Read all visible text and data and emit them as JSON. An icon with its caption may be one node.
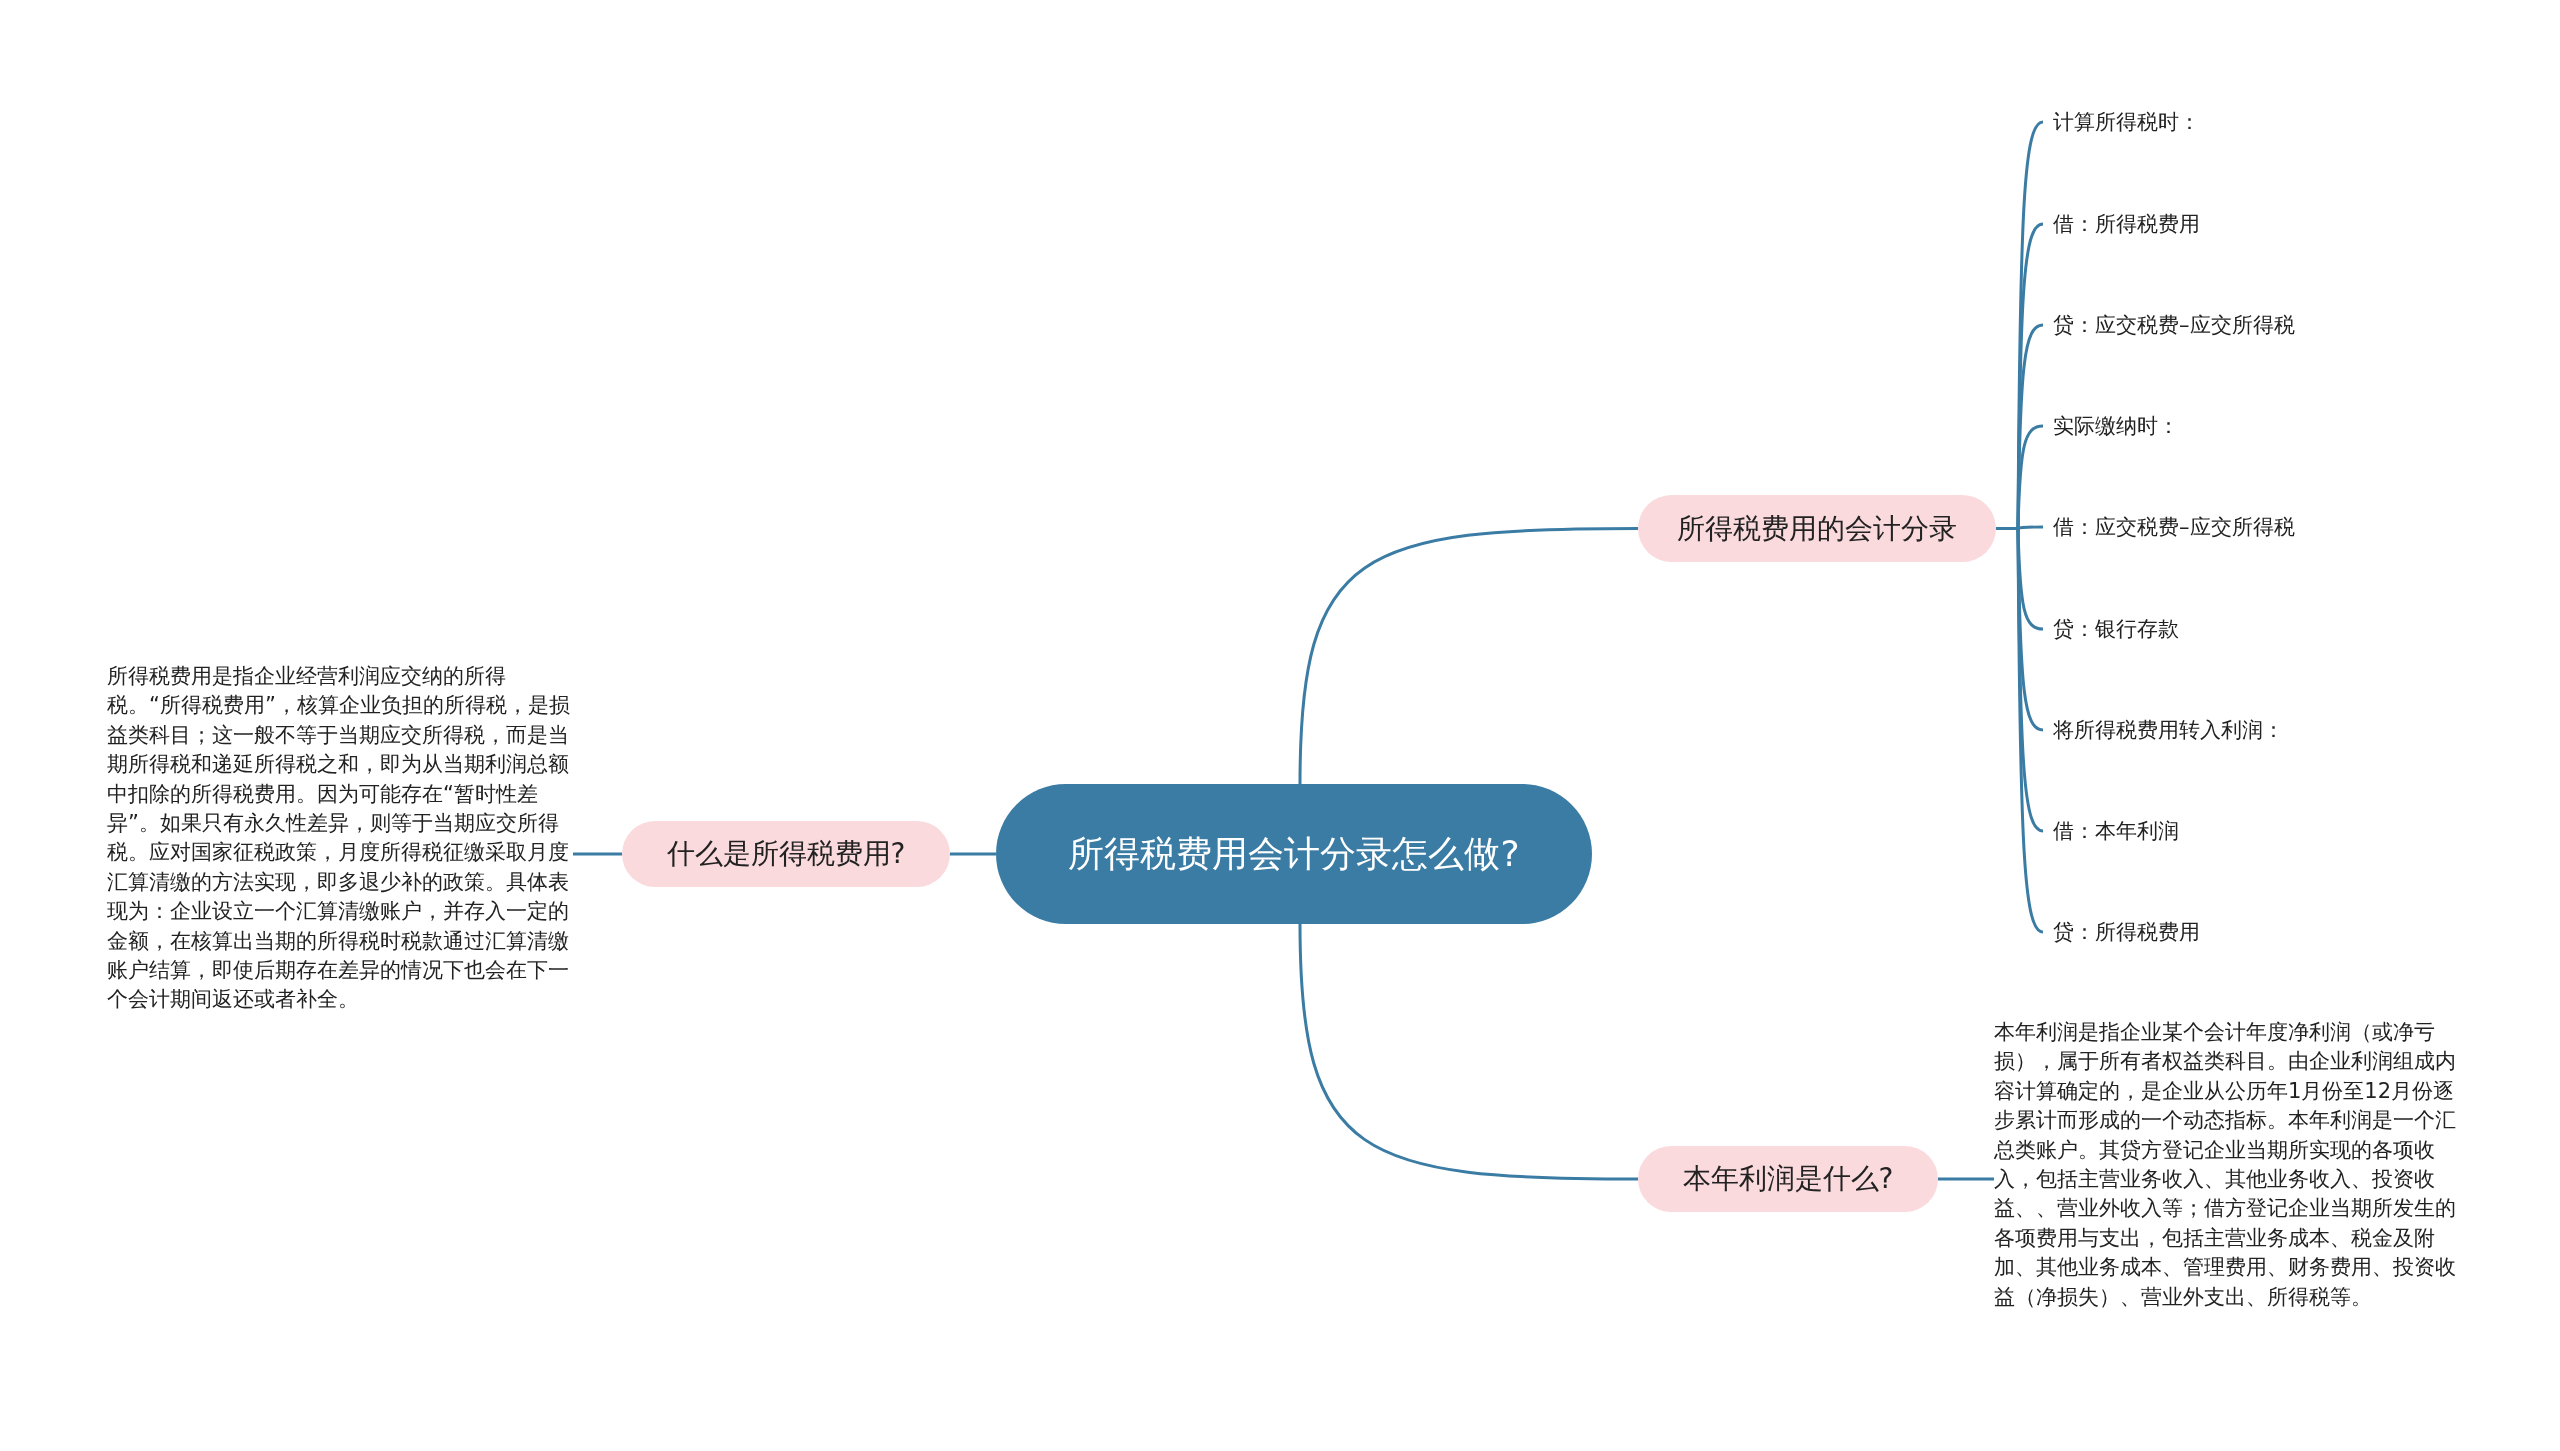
{
  "diagram": {
    "nodes": [
      {
        "text": [
          "所得税费用会计分录怎么做?"
        ]
      },
      {
        "text": [
          "所得税费用的会计分录"
        ]
      },
      {
        "text": [
          "什么是所得税费用?"
        ]
      },
      {
        "text": [
          "本年利润是什么?"
        ]
      },
      {
        "text": [
          "计算所得税时："
        ]
      },
      {
        "text": [
          "借：所得税费用"
        ]
      },
      {
        "text": [
          "贷：应交税费–应交所得税"
        ]
      },
      {
        "text": [
          "实际缴纳时："
        ]
      },
      {
        "text": [
          "借：应交税费–应交所得税"
        ]
      },
      {
        "text": [
          "贷：银行存款"
        ]
      },
      {
        "text": [
          "将所得税费用转入利润："
        ]
      },
      {
        "text": [
          "借：本年利润"
        ]
      },
      {
        "text": [
          "贷：所得税费用"
        ]
      },
      {
        "text": [
          "所得税费用是指企业经营利润应交纳的所得税。“所得税费用”，核算企业负担的所得税，是损益类科目；这一般不等于当期应交所得税，而是当期所得税和递延所得税之和，即为从当期利润总额中扣除的所得税费用。因为可能存在“暂时性差异”。如果只有永久性差异，则等于当期应交所得税。应对国家征税政策，月度所得税征缴采取月度汇算清缴的方法实现，即多退少补的政策。具体表现为：企业设立一个汇算清缴账户，并存入一定的金额，在核算出当期的所得税时税款通过汇算清缴账户结算，即使后期存在差异的情况下也会在下一个会计期间返还或者补全。"
        ]
      },
      {
        "text": [
          "本年利润是指企业某个会计年度净利润（或净亏损），属于所有者权益类科目。由企业利润组成内容计算确定的，是企业从公历年1月份至12月份逐步累计而形成的一个动态指标。本年利润是一个汇总类账户。其贷方登记企业当期所实现的各项收入，包括主营业务收入、其他业务收入、投资收益、、营业外收入等；借方登记企业当期所发生的各项费用与支出，包括主营业务成本、税金及附加、其他业务成本、管理费用、财务费用、投资收益（净损失）、营业外支出、所得税等。"
        ]
      }
    ],
    "edges": [
      {
        "from": 0,
        "to": 1,
        "arrow": "none"
      },
      {
        "from": 0,
        "to": 2,
        "arrow": "none"
      },
      {
        "from": 0,
        "to": 3,
        "arrow": "none"
      },
      {
        "from": 1,
        "to": 4,
        "arrow": "none"
      },
      {
        "from": 1,
        "to": 5,
        "arrow": "none"
      },
      {
        "from": 1,
        "to": 6,
        "arrow": "none"
      },
      {
        "from": 1,
        "to": 7,
        "arrow": "none"
      },
      {
        "from": 1,
        "to": 8,
        "arrow": "none"
      },
      {
        "from": 1,
        "to": 9,
        "arrow": "none"
      },
      {
        "from": 1,
        "to": 10,
        "arrow": "none"
      },
      {
        "from": 1,
        "to": 11,
        "arrow": "none"
      },
      {
        "from": 1,
        "to": 12,
        "arrow": "none"
      },
      {
        "from": 2,
        "to": 13,
        "arrow": "none"
      },
      {
        "from": 3,
        "to": 14,
        "arrow": "none"
      }
    ]
  }
}
